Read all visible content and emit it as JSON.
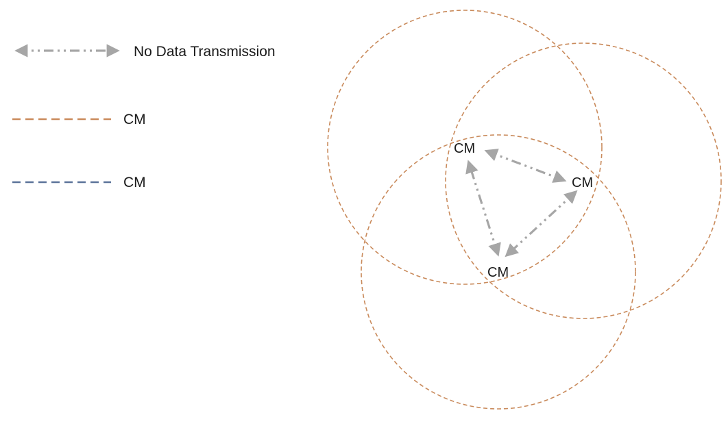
{
  "legend": {
    "no_data_transmission": "No Data Transmission",
    "cm_orange": "CM",
    "cm_blue": "CM"
  },
  "nodes": {
    "top_left": "CM",
    "right": "CM",
    "bottom": "CM"
  },
  "colors": {
    "arrow_gray": "#a6a6a6",
    "orange_dashed": "#c98a5b",
    "blue_dashed": "#5b7399",
    "text": "#1a1a1a"
  }
}
